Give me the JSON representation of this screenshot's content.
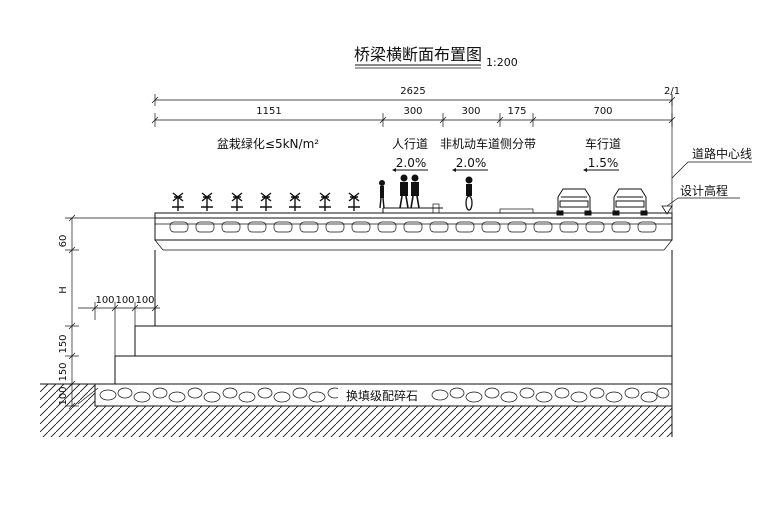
{
  "title": "桥梁横断面布置图",
  "scale": "1:200",
  "dims_top": {
    "total": "2625",
    "half": "2/1",
    "segments": [
      "1151",
      "300",
      "300",
      "175",
      "700"
    ]
  },
  "zones": {
    "planter": "盆栽绿化≤5kN/m²",
    "sidewalk": "人行道",
    "nonmotor": "非机动车道",
    "median": "侧分带",
    "carriageway": "车行道"
  },
  "slopes": {
    "sidewalk": "2.0%",
    "nonmotor": "2.0%",
    "carriageway": "1.5%"
  },
  "callouts": {
    "centerline": "道路中心线",
    "design_elevation": "设计高程",
    "gravel": "换填级配碎石"
  },
  "dims_left": {
    "deck": "60",
    "height": "H",
    "step1": "150",
    "step2": "150",
    "base": "100",
    "offsets": [
      "100",
      "100",
      "100"
    ]
  }
}
